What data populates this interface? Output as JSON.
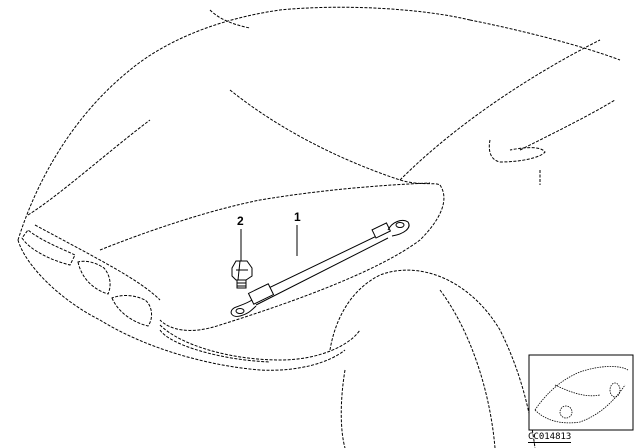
{
  "diagram": {
    "callouts": [
      {
        "number": "1",
        "part": "battery-cable"
      },
      {
        "number": "2",
        "part": "nut"
      }
    ],
    "reference_code": "CC014813"
  }
}
